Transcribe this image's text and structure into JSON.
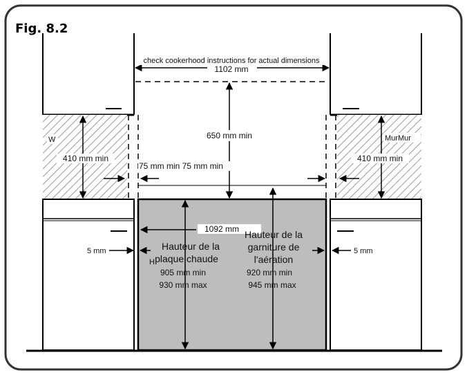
{
  "figure": {
    "label": "Fig. 8.2"
  },
  "top": {
    "note": "check cookerhood instructions for actual dimensions",
    "width": "1102 mm"
  },
  "hood": {
    "height": "650 mm min"
  },
  "wall": {
    "left_label": "W",
    "left_dim": "410 mm min",
    "right_label": "MurMur",
    "right_dim": "410 mm min"
  },
  "clearance": {
    "sides": "75 mm min 75 mm min"
  },
  "cooker": {
    "width": "1092 mm",
    "gap_left": "5 mm",
    "gap_right": "5 mm",
    "hob_marker": "H",
    "hob_title_1": "Hauteur de la",
    "hob_title_2": "plaque chaude",
    "hob_min": "905 mm min",
    "hob_max": "930 mm max",
    "trim_title_1": "Hauteur de la",
    "trim_title_2": "garniture de",
    "trim_title_3": "l'aération",
    "trim_min": "920 mm min",
    "trim_max": "945 mm max"
  }
}
